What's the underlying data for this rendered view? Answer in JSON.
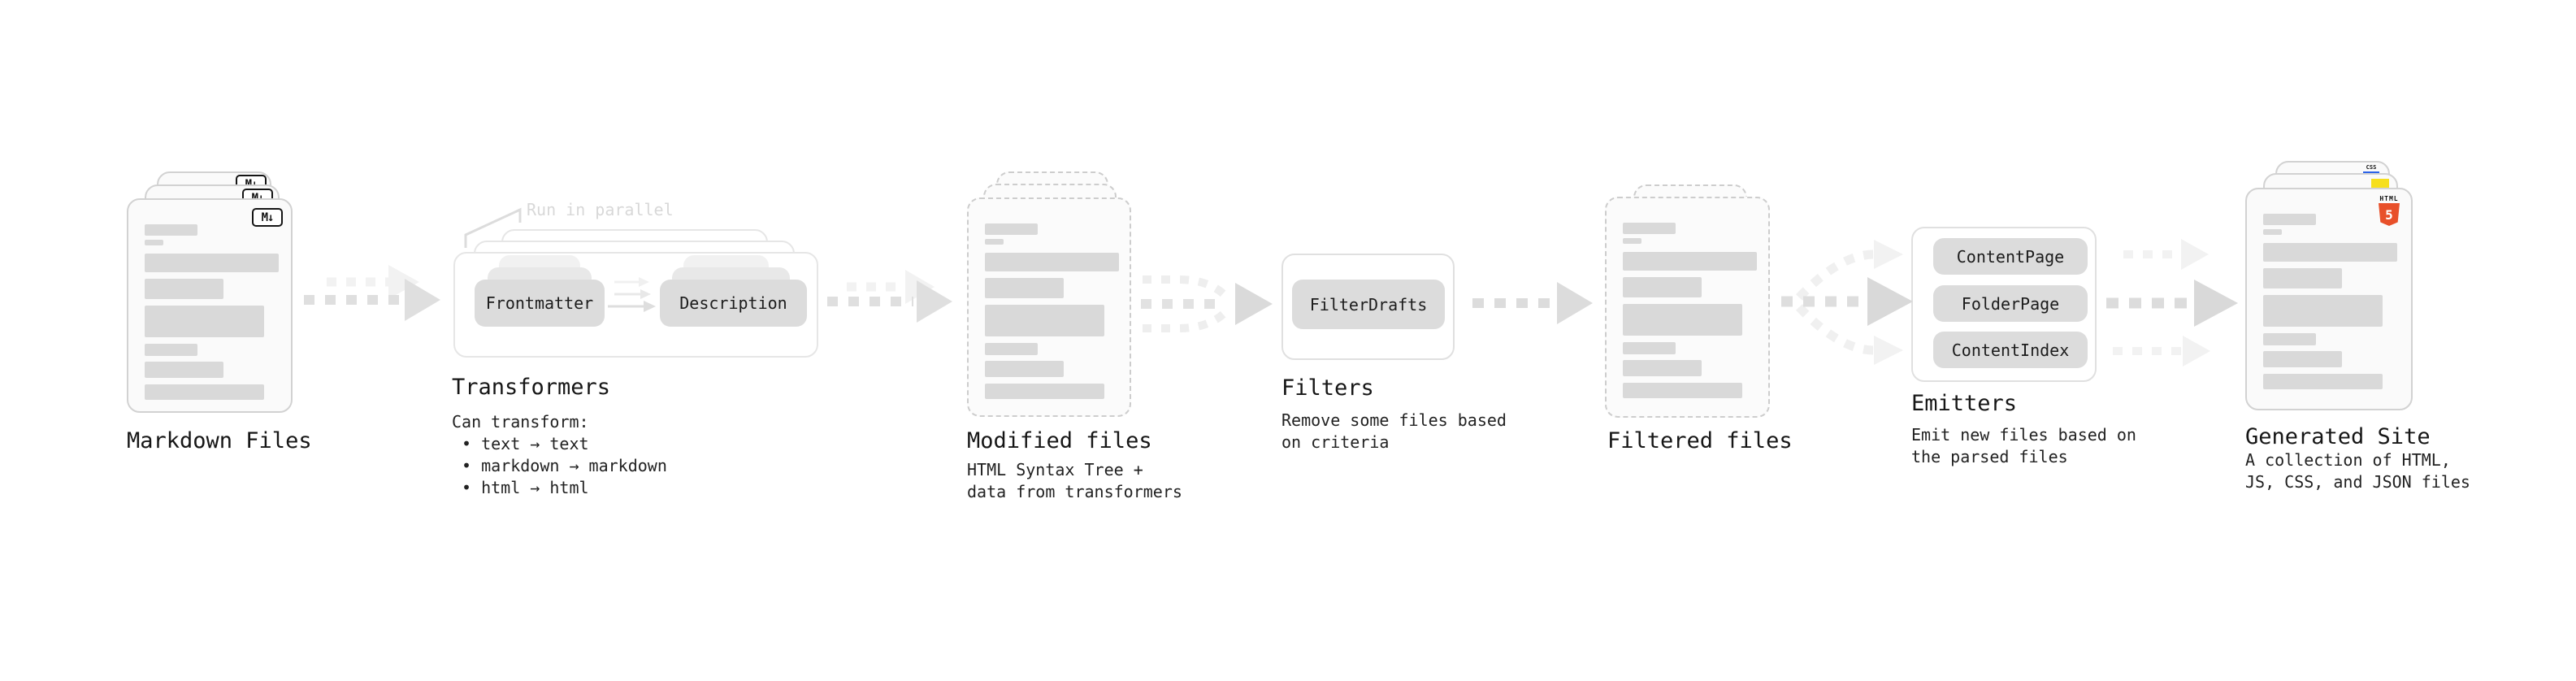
{
  "stages": {
    "markdown_files": {
      "label": "Markdown Files",
      "badge_text": "M↓"
    },
    "transformers": {
      "label": "Transformers",
      "annotation": "Run in parallel",
      "pill_from": "Frontmatter",
      "pill_to": "Description",
      "description_title": "Can transform:",
      "bullets": [
        "• text → text",
        "• markdown → markdown",
        "• html → html"
      ]
    },
    "modified_files": {
      "label": "Modified files",
      "description_lines": [
        "HTML Syntax Tree +",
        "data from transformers"
      ]
    },
    "filters": {
      "label": "Filters",
      "pill": "FilterDrafts",
      "description_lines": [
        "Remove some files based",
        "on criteria"
      ]
    },
    "filtered_files": {
      "label": "Filtered files"
    },
    "emitters": {
      "label": "Emitters",
      "pills": [
        "ContentPage",
        "FolderPage",
        "ContentIndex"
      ],
      "description_lines": [
        "Emit new files based on",
        "the parsed files"
      ]
    },
    "generated_site": {
      "label": "Generated Site",
      "description_lines": [
        "A collection of HTML,",
        "JS, CSS, and JSON files"
      ],
      "html5_label": "HTML",
      "html5_number": "5",
      "css_label": "CSS"
    }
  },
  "colors": {
    "html5_orange": "#e8502a",
    "js_yellow": "#f6df1d",
    "css_blue": "#2c63e8",
    "card_border": "#d2d2d2",
    "placeholder_bar": "#d9d9d9",
    "arrow_gray": "#dddddd"
  }
}
